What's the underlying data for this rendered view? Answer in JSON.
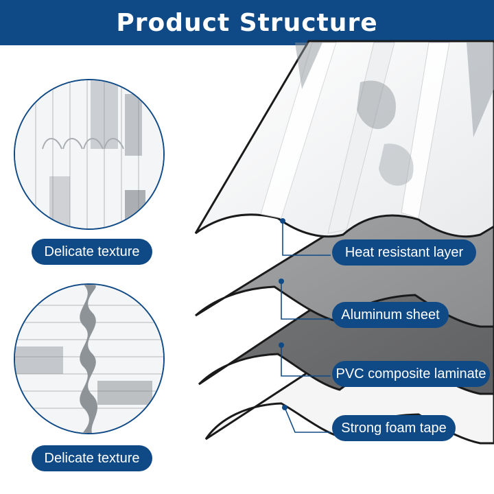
{
  "header": {
    "title": "Product Structure",
    "background_color": "#0f4a86"
  },
  "detail_views": [
    {
      "label": "Delicate texture",
      "orientation": "vertical",
      "icon": "marble-tile-vertical"
    },
    {
      "label": "Delicate texture",
      "orientation": "horizontal",
      "icon": "marble-tile-horizontal"
    }
  ],
  "layers": [
    {
      "label": "Heat resistant layer",
      "color": "#f2f3f4"
    },
    {
      "label": "Aluminum sheet",
      "color": "#9a9b9d"
    },
    {
      "label": "PVC composite laminate",
      "color": "#6f7072"
    },
    {
      "label": "Strong foam tape",
      "color": "#f5f5f5"
    }
  ],
  "colors": {
    "accent": "#0f4a86",
    "marble_vein": "#7f858b",
    "marble_base": "#f4f5f6"
  }
}
